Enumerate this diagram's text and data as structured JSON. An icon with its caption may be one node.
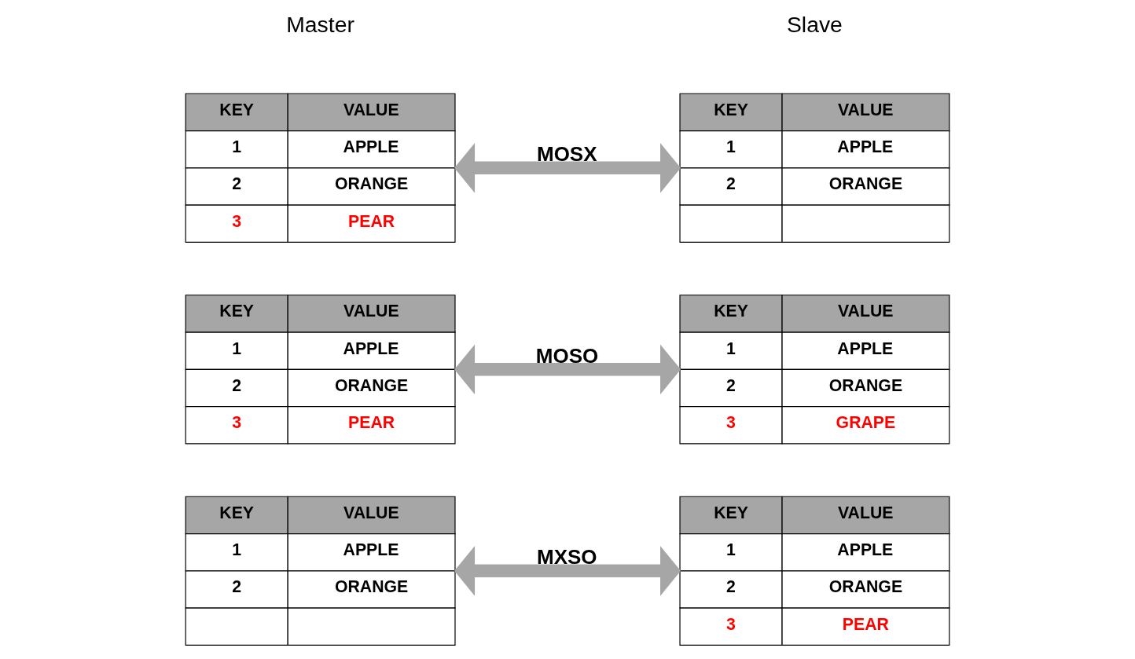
{
  "diagram": {
    "nodes": [
      {
        "text": [
          "KEY",
          "VALUE",
          "1",
          "APPLE",
          "2",
          "ORANGE",
          "3",
          "PEAR"
        ]
      },
      {
        "text": [
          "KEY",
          "VALUE",
          "1",
          "APPLE",
          "2",
          "ORANGE"
        ]
      },
      {
        "text": [
          "KEY",
          "VALUE",
          "1",
          "APPLE",
          "2",
          "ORANGE",
          "3",
          "PEAR"
        ]
      },
      {
        "text": [
          "KEY",
          "VALUE",
          "1",
          "APPLE",
          "2",
          "ORANGE",
          "3",
          "GRAPE"
        ]
      },
      {
        "text": [
          "KEY",
          "VALUE",
          "1",
          "APPLE",
          "2",
          "ORANGE"
        ]
      },
      {
        "text": [
          "KEY",
          "VALUE",
          "1",
          "APPLE",
          "2",
          "ORANGE",
          "3",
          "PEAR"
        ]
      }
    ],
    "edges": [
      {
        "from": 0,
        "to": 1,
        "arrow": "both",
        "label": "MOSX"
      },
      {
        "from": 2,
        "to": 3,
        "arrow": "both",
        "label": "MOSO"
      },
      {
        "from": 4,
        "to": 5,
        "arrow": "both",
        "label": "MXSO"
      }
    ],
    "labels": [
      "Master",
      "Slave"
    ]
  }
}
